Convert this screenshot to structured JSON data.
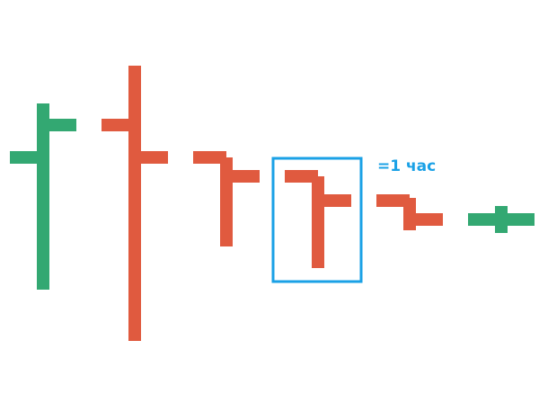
{
  "chart_data": {
    "type": "ohlc",
    "title": "",
    "xlabel": "",
    "ylabel": "",
    "ylim": [
      0,
      100
    ],
    "colors": {
      "up": "#33a872",
      "down": "#e05a3f",
      "highlight": "#1aa1e6"
    },
    "bars": [
      {
        "open": 80,
        "high": 100,
        "low": 31,
        "close": 92,
        "direction": "up"
      },
      {
        "open": 92,
        "high": 114,
        "low": 12,
        "close": 80,
        "direction": "down"
      },
      {
        "open": 80,
        "high": 80,
        "low": 47,
        "close": 73,
        "direction": "down"
      },
      {
        "open": 73,
        "high": 73,
        "low": 39,
        "close": 64,
        "direction": "down"
      },
      {
        "open": 64,
        "high": 65,
        "low": 53,
        "close": 57,
        "direction": "down"
      },
      {
        "open": 57,
        "high": 62,
        "low": 52,
        "close": 57,
        "direction": "up"
      }
    ],
    "highlight_index": 3,
    "annotation": {
      "text": "=1 час",
      "target_index": 3
    }
  }
}
